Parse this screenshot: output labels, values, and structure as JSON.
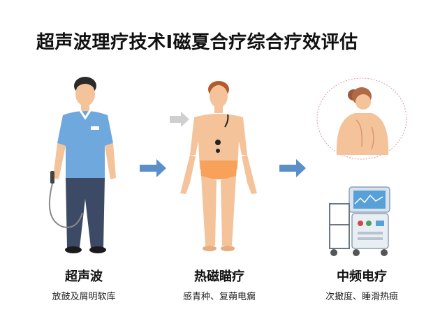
{
  "title": "超声波理疗技术I磁夏合疗综合疗效评估",
  "columns": [
    {
      "label": "超声波",
      "sub": "放鼓及屑明软库"
    },
    {
      "label": "热磁瞄疗",
      "sub": "感青种、复蒴电瘸"
    },
    {
      "label": "中频电疗",
      "sub": "次撤度、睡滑热癍"
    }
  ],
  "colors": {
    "arrow": "#5b8fc9",
    "shirt": "#6fa8dc",
    "skin": "#f4c39a",
    "pants": "#3d4a66"
  }
}
